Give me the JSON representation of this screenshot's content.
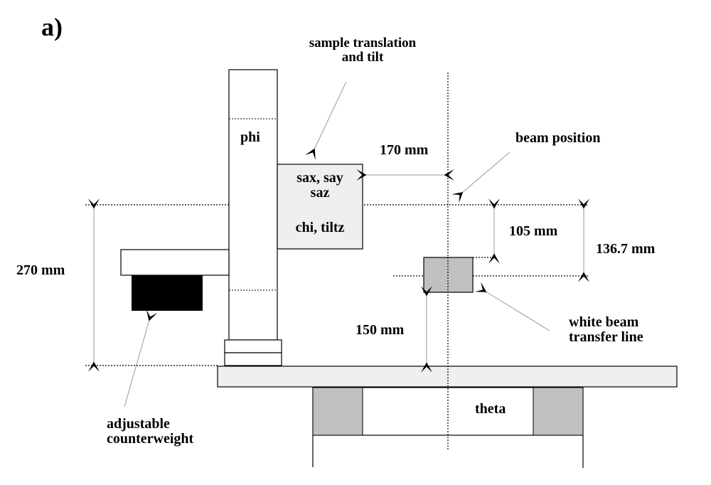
{
  "figure": {
    "panel_label": "a)",
    "colors": {
      "line": "#000000",
      "light_fill": "#efefef",
      "mid_fill": "#c0c0c0",
      "counterweight": "#000000",
      "leader": "#999999"
    },
    "components": {
      "phi": "phi",
      "sample_stage_line1": "sax, say",
      "sample_stage_line2": "saz",
      "chi_tilt": "chi, tiltz",
      "theta": "theta"
    },
    "annotations": {
      "sample_translation_line1": "sample translation",
      "sample_translation_line2": "and tilt",
      "beam_position": "beam position",
      "white_beam_line1": "white beam",
      "white_beam_line2": "transfer line",
      "counterweight_line1": "adjustable",
      "counterweight_line2": "counterweight"
    },
    "dimensions": {
      "horizontal_offset": "170 mm",
      "height_total": "270 mm",
      "beam_to_transfer_top": "105 mm",
      "beam_to_transfer_center": "136.7 mm",
      "transfer_to_table": "150 mm"
    }
  }
}
